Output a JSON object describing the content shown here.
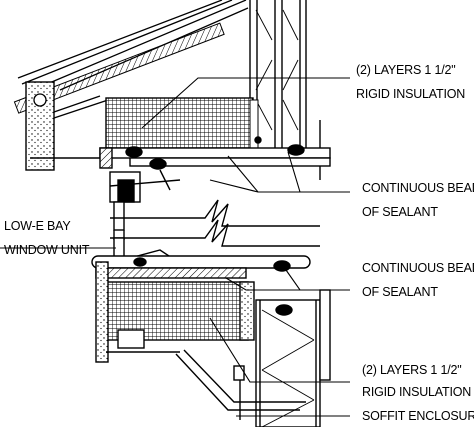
{
  "labels": {
    "top_insulation_line1": "(2) LAYERS 1 1/2\"",
    "top_insulation_line2": "RIGID INSULATION",
    "upper_sealant_line1": "CONTINUOUS BEAD",
    "upper_sealant_line2": "OF SEALANT",
    "window_line1": "LOW-E BAY",
    "window_line2": "WINDOW UNIT",
    "lower_sealant_line1": "CONTINUOUS BEAD",
    "lower_sealant_line2": "OF SEALANT",
    "bottom_insulation_line1": "(2) LAYERS 1 1/2\"",
    "bottom_insulation_line2": "RIGID INSULATION",
    "soffit": "SOFFIT ENCLOSURE"
  },
  "colors": {
    "ink": "#000000",
    "paper": "#ffffff"
  }
}
